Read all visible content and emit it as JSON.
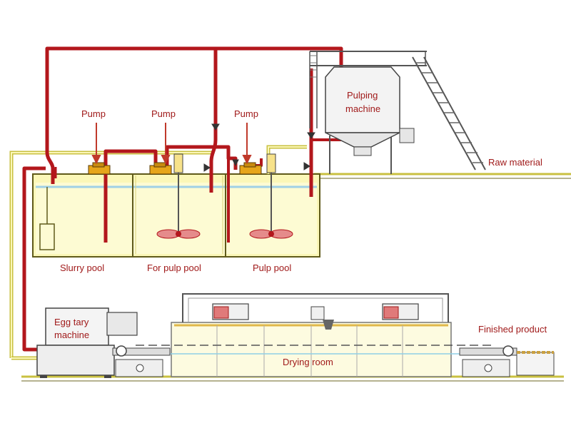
{
  "labels": {
    "pump_1": "Pump",
    "pump_2": "Pump",
    "pump_3": "Pump",
    "pulping_machine_line1": "Pulping",
    "pulping_machine_line2": "machine",
    "raw_material": "Raw material",
    "slurry_pool": "Slurry pool",
    "for_pulp_pool": "For pulp pool",
    "pulp_pool": "Pulp pool",
    "egg_tray_machine_line1": "Egg tary",
    "egg_tray_machine_line2": "machine",
    "drying_room": "Drying room",
    "finished_product": "Finished product"
  },
  "colors": {
    "pipe": "#b3171c",
    "pipe_outline": "#6e0b0d",
    "tank_fill": "#fbf7b8",
    "tank_outline": "#5f5a1a",
    "water_fill": "#e9f7fb",
    "water_line": "#9fd0e6",
    "ground": "#c9c040",
    "label_red": "#a01a1a",
    "machine_outline": "#444444",
    "machine_fill": "#f2f2f2",
    "pump_fill": "#e6a51a",
    "arrow": "#c0392b"
  }
}
